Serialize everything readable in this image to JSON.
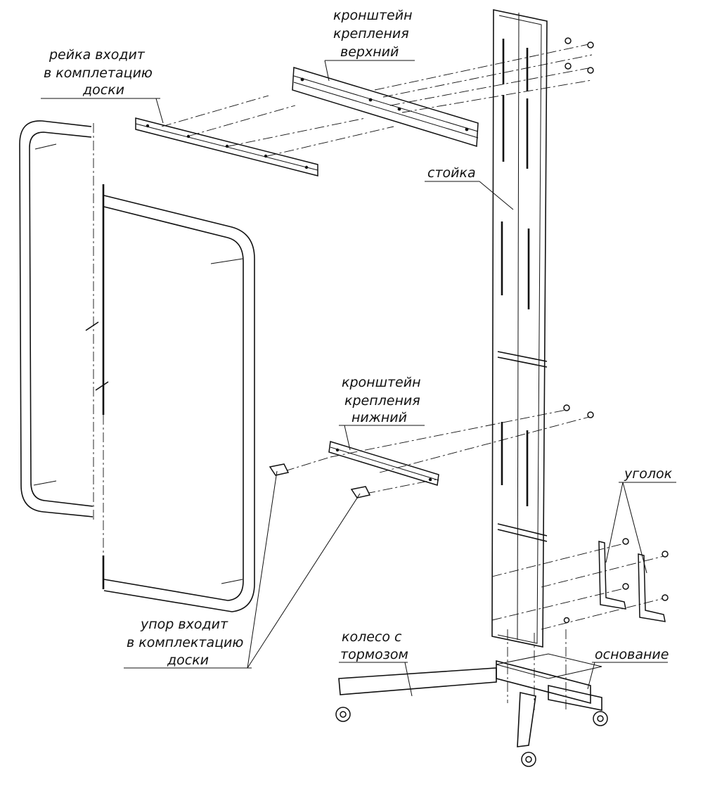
{
  "labels": {
    "top_bracket": [
      "кронштейн",
      "крепления",
      "верхний"
    ],
    "rail": [
      "рейка входит",
      "в комплетацию",
      "доски"
    ],
    "post": [
      "стойка"
    ],
    "bottom_bracket": [
      "кронштейн",
      "крепления",
      "нижний"
    ],
    "corner": [
      "уголок"
    ],
    "stop": [
      "упор входит",
      "в комплектацию",
      "доски"
    ],
    "wheel": [
      "колесо с",
      "тормозом"
    ],
    "base": [
      "основание"
    ]
  },
  "colors": {
    "line": "#111111",
    "background": "#ffffff"
  }
}
